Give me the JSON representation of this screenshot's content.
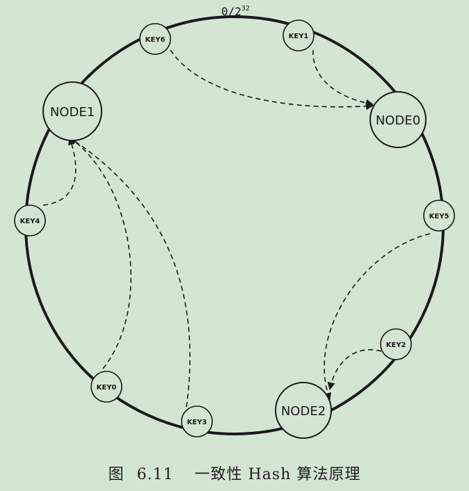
{
  "ring_label": {
    "base": "0/2",
    "exp": "32"
  },
  "nodes": [
    {
      "id": "node0",
      "label": "NODE0"
    },
    {
      "id": "node1",
      "label": "NODE1"
    },
    {
      "id": "node2",
      "label": "NODE2"
    }
  ],
  "keys": [
    {
      "id": "key0",
      "label": "KEY0"
    },
    {
      "id": "key1",
      "label": "KEY1"
    },
    {
      "id": "key2",
      "label": "KEY2"
    },
    {
      "id": "key3",
      "label": "KEY3"
    },
    {
      "id": "key4",
      "label": "KEY4"
    },
    {
      "id": "key5",
      "label": "KEY5"
    },
    {
      "id": "key6",
      "label": "KEY6"
    }
  ],
  "mappings": [
    {
      "from": "KEY6",
      "to": "NODE0"
    },
    {
      "from": "KEY1",
      "to": "NODE0"
    },
    {
      "from": "KEY4",
      "to": "NODE1"
    },
    {
      "from": "KEY0",
      "to": "NODE1"
    },
    {
      "from": "KEY3",
      "to": "NODE1"
    },
    {
      "from": "KEY5",
      "to": "NODE2"
    },
    {
      "from": "KEY2",
      "to": "NODE2"
    }
  ],
  "caption": {
    "prefix": "图",
    "number": "6.11",
    "text": "一致性 Hash 算法原理"
  },
  "colors": {
    "background": "#d5e5d3",
    "stroke": "#1a1a1a",
    "circle_fill": "#d5e5d3"
  }
}
